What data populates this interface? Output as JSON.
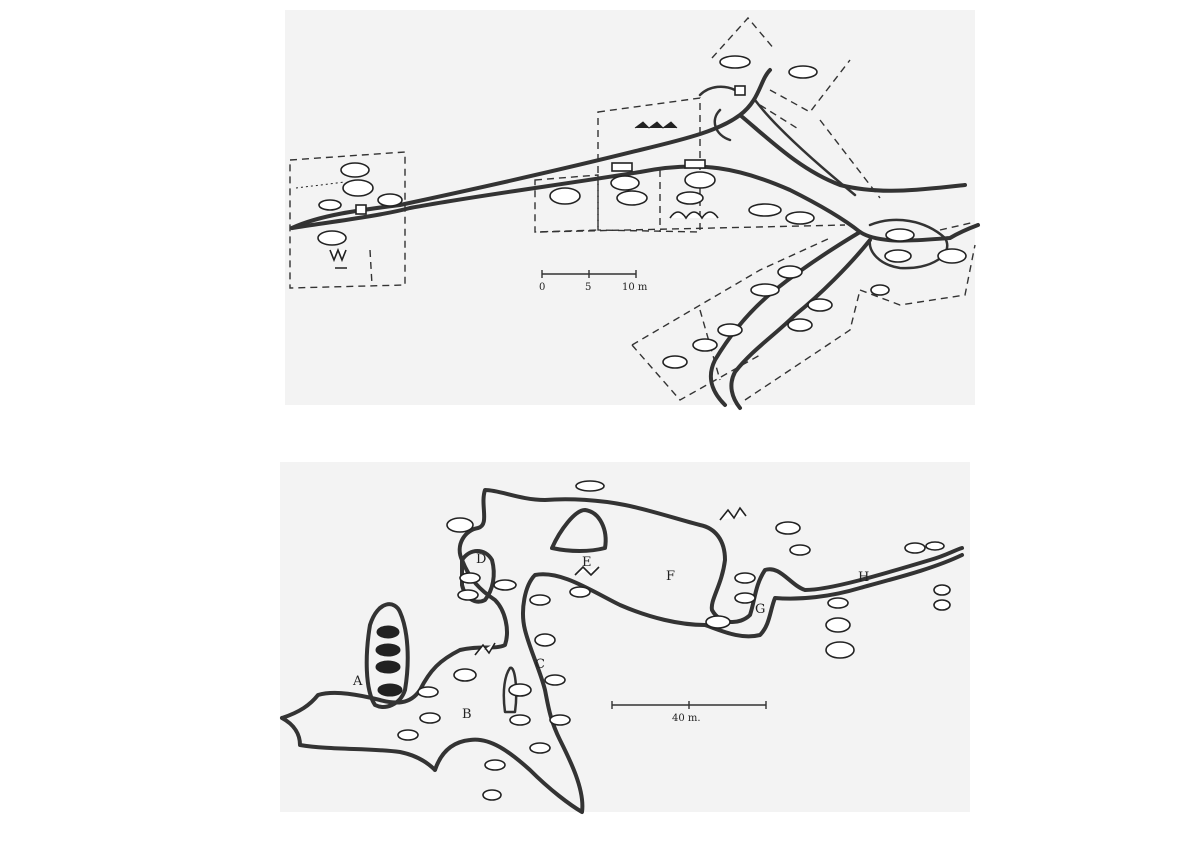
{
  "top_plan": {
    "scale_bar": {
      "ticks": [
        "0",
        "5",
        "10 m"
      ]
    }
  },
  "bottom_plan": {
    "zone_labels": [
      "A",
      "B",
      "C",
      "D",
      "E",
      "F",
      "G",
      "H"
    ],
    "scale_bar": {
      "label": "40 m."
    }
  },
  "colors": {
    "ink": "#333333",
    "paper": "#ffffff",
    "halftone": "#f1f1f1"
  }
}
